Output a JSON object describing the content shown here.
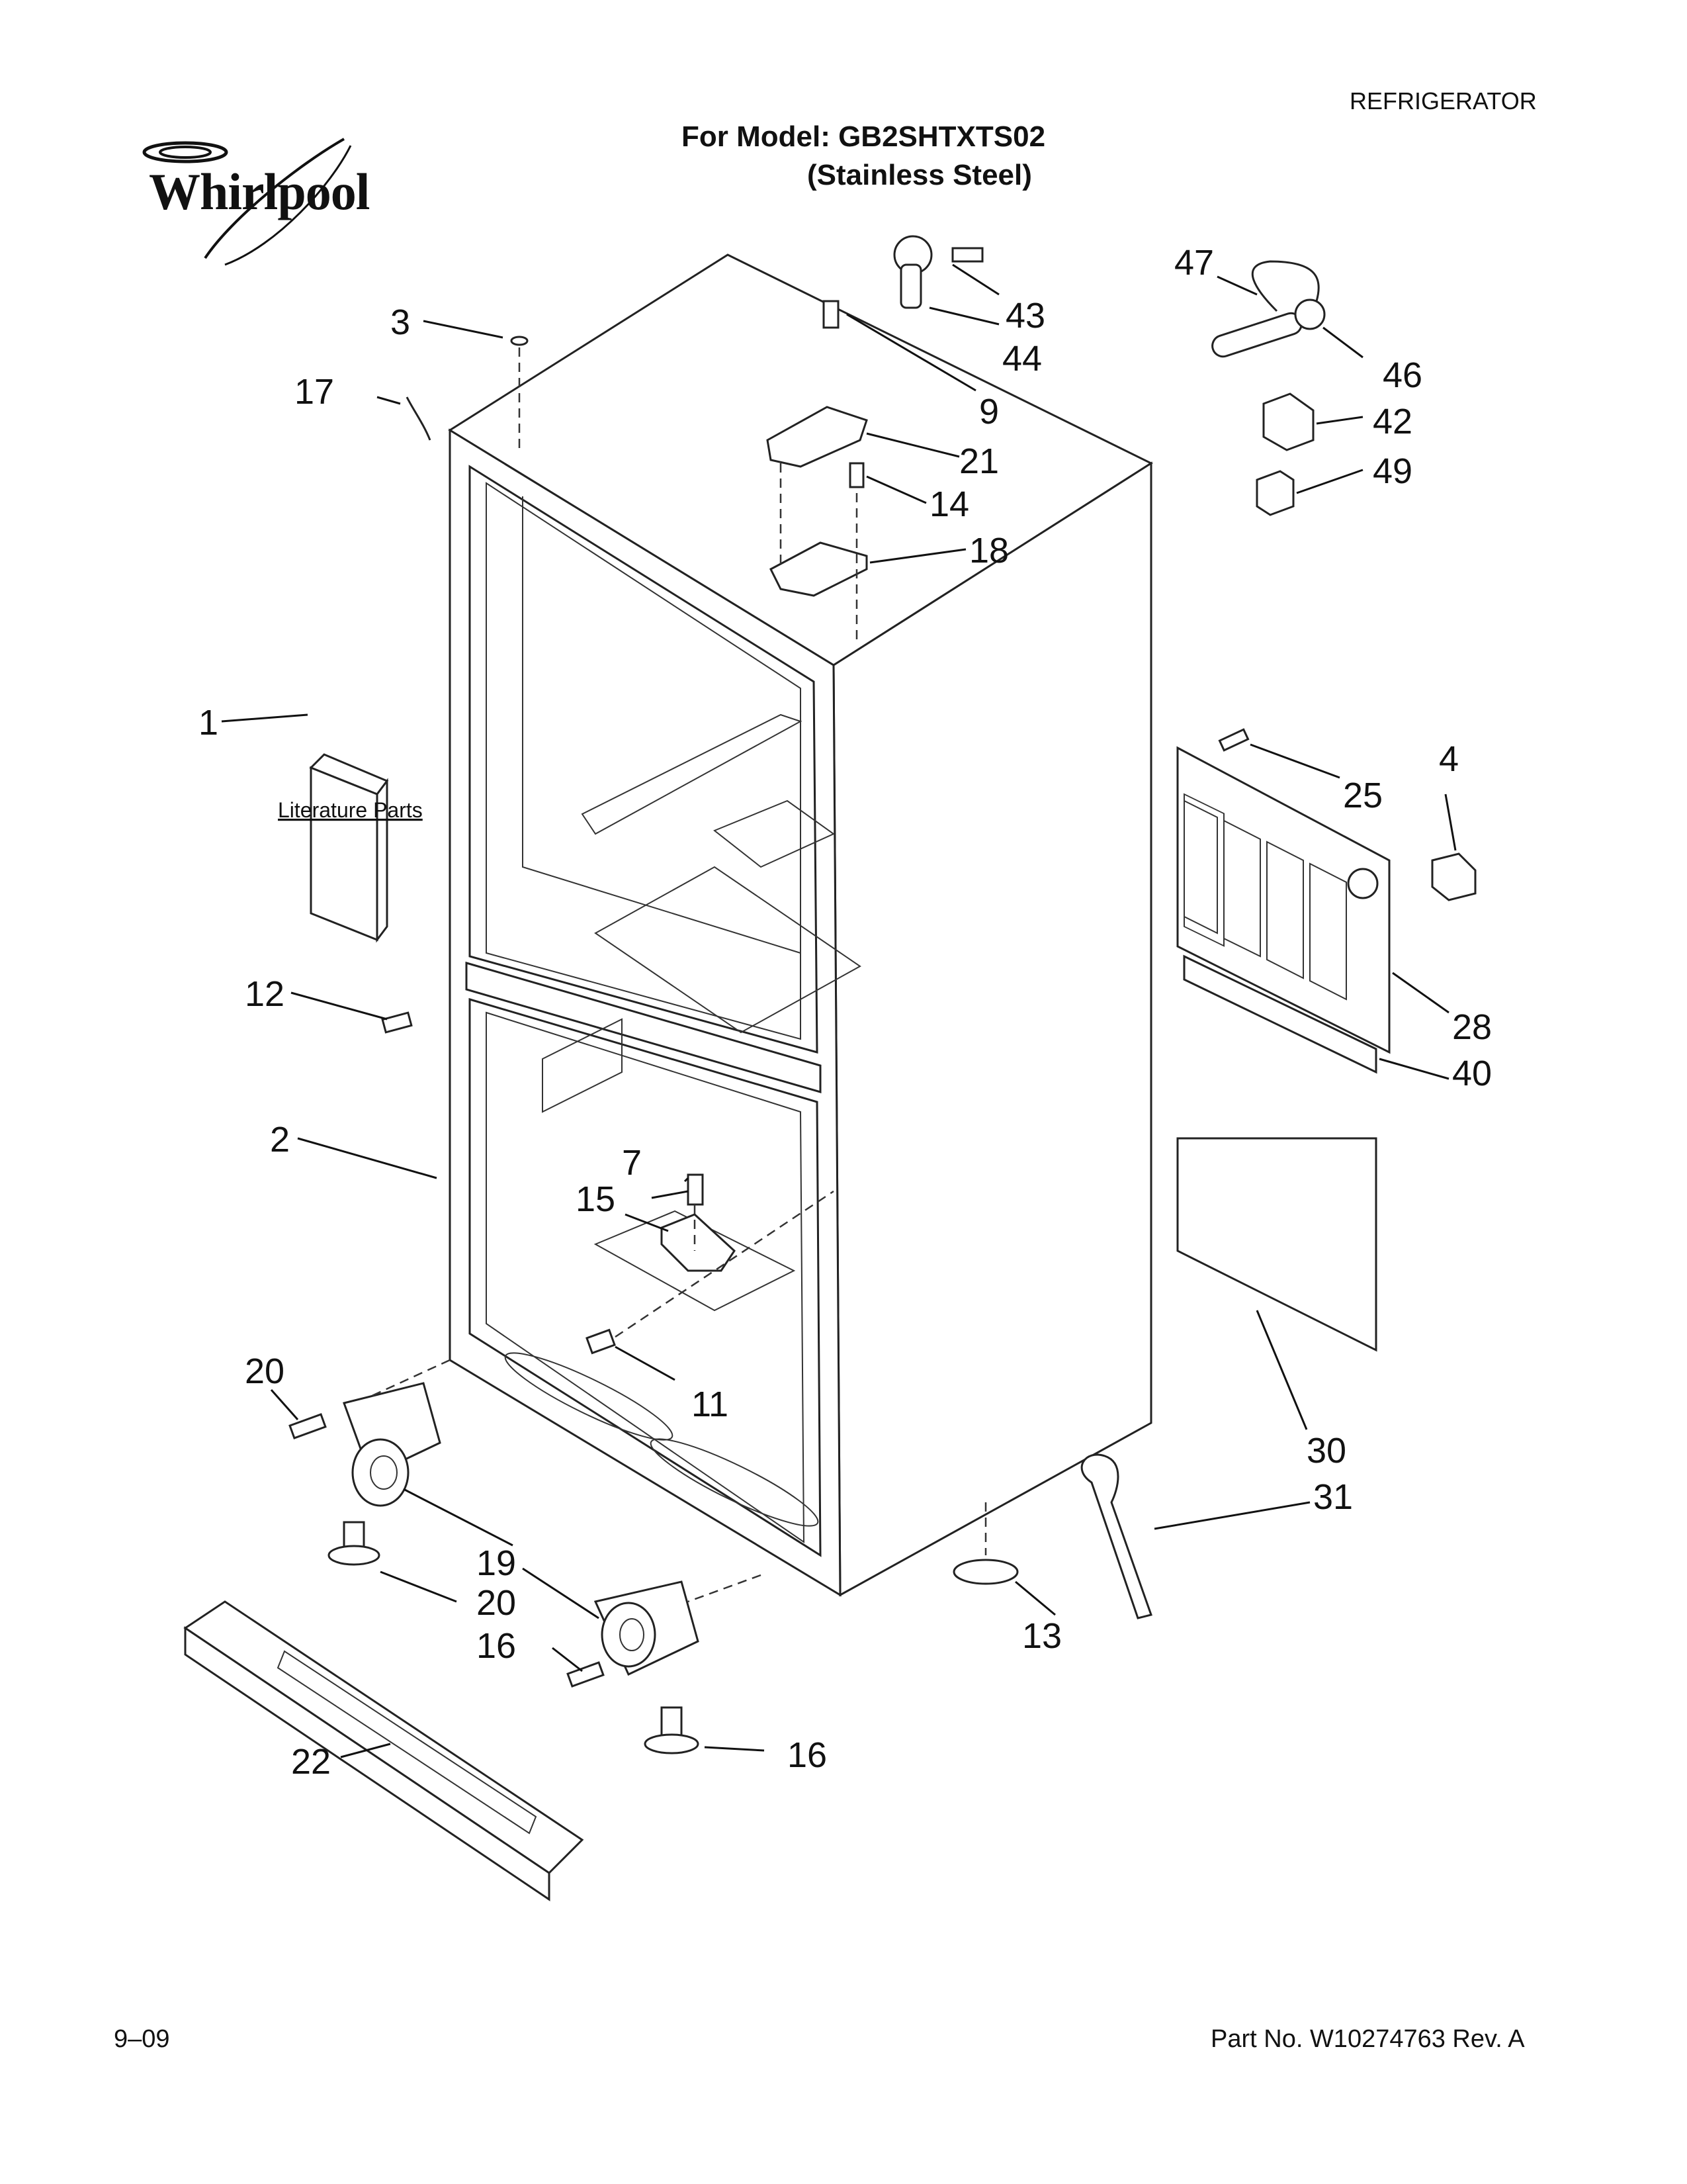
{
  "header": {
    "category": "REFRIGERATOR",
    "model_line": "For Model: GB2SHTXTS02",
    "finish_line": "(Stainless Steel)"
  },
  "brand": {
    "logo_text": "Whirlpool"
  },
  "footer": {
    "date": "9–09",
    "part_number": "Part No. W10274763 Rev. A"
  },
  "literature_label": "Literature Parts",
  "callouts": {
    "c1": "1",
    "c2": "2",
    "c3": "3",
    "c4": "4",
    "c7": "7",
    "c9": "9",
    "c11": "11",
    "c12": "12",
    "c13": "13",
    "c14": "14",
    "c15": "15",
    "c16a": "16",
    "c16b": "16",
    "c17": "17",
    "c18": "18",
    "c19": "19",
    "c20a": "20",
    "c20b": "20",
    "c21": "21",
    "c22": "22",
    "c25": "25",
    "c28": "28",
    "c30": "30",
    "c31": "31",
    "c40": "40",
    "c42": "42",
    "c43": "43",
    "c44": "44",
    "c46": "46",
    "c47": "47",
    "c49": "49"
  }
}
